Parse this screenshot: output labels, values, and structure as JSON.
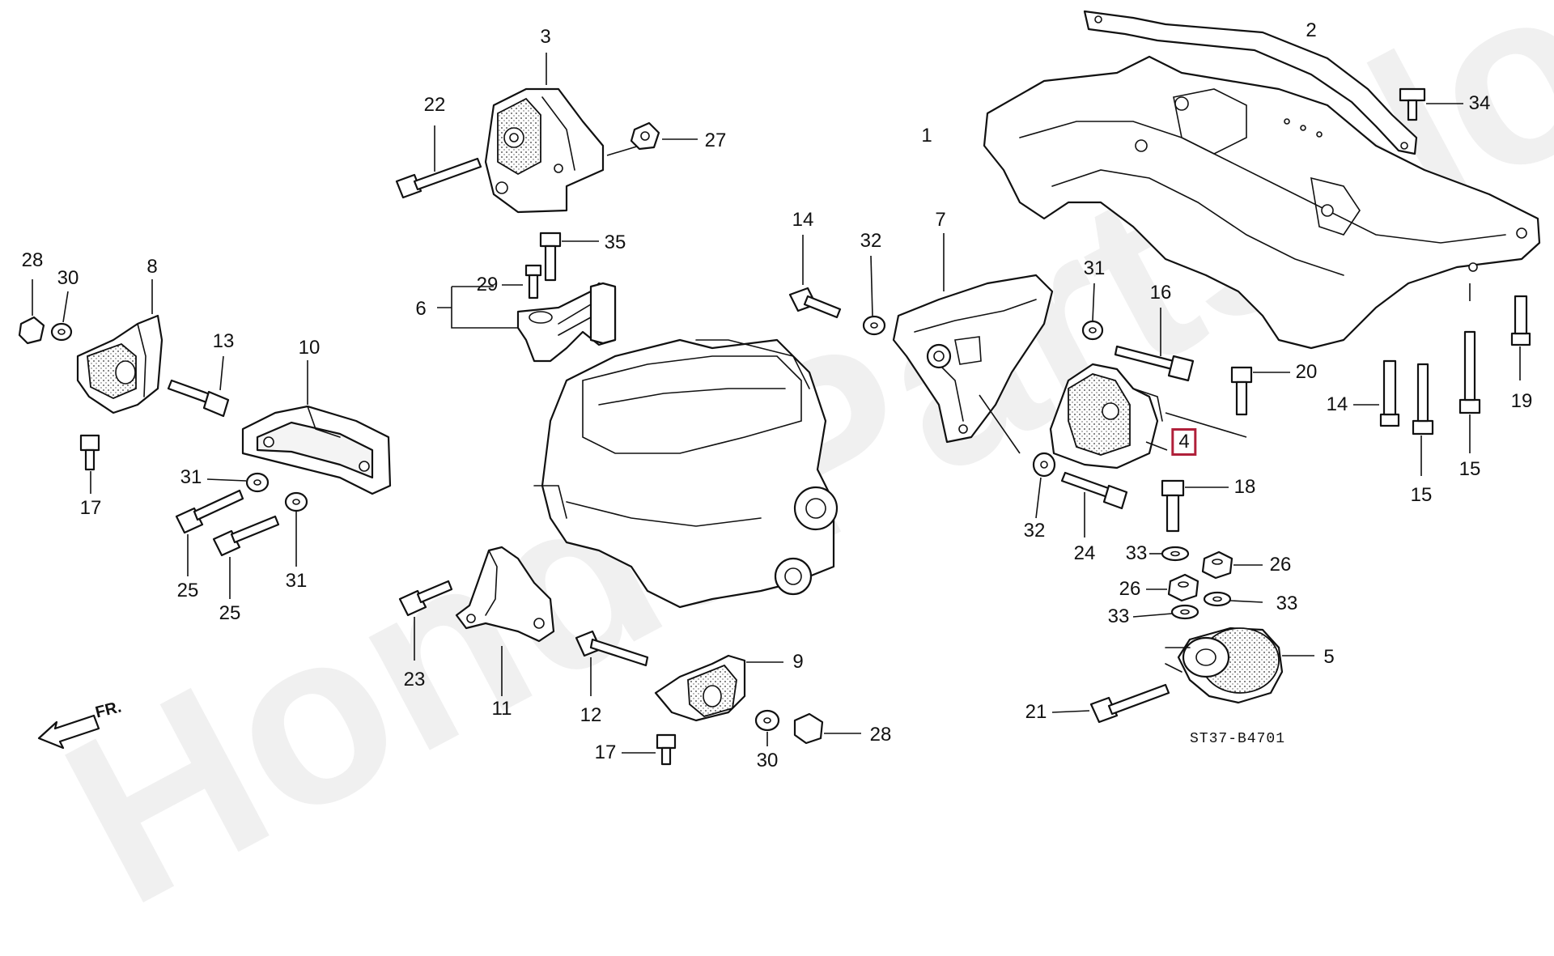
{
  "watermark": "HondaPartsNow.ru",
  "direction_label": "FR.",
  "diagram_code": "ST37-B4701",
  "highlight_color": "#b0203a",
  "callouts": [
    {
      "id": "c1",
      "text": "1"
    },
    {
      "id": "c2",
      "text": "2"
    },
    {
      "id": "c3",
      "text": "3"
    },
    {
      "id": "c4",
      "text": "4",
      "highlighted": true
    },
    {
      "id": "c5",
      "text": "5"
    },
    {
      "id": "c6",
      "text": "6"
    },
    {
      "id": "c7",
      "text": "7"
    },
    {
      "id": "c8",
      "text": "8"
    },
    {
      "id": "c9",
      "text": "9"
    },
    {
      "id": "c10",
      "text": "10"
    },
    {
      "id": "c11",
      "text": "11"
    },
    {
      "id": "c12",
      "text": "12"
    },
    {
      "id": "c13",
      "text": "13"
    },
    {
      "id": "c14a",
      "text": "14"
    },
    {
      "id": "c14b",
      "text": "14"
    },
    {
      "id": "c15a",
      "text": "15"
    },
    {
      "id": "c15b",
      "text": "15"
    },
    {
      "id": "c16",
      "text": "16"
    },
    {
      "id": "c17a",
      "text": "17"
    },
    {
      "id": "c17b",
      "text": "17"
    },
    {
      "id": "c18",
      "text": "18"
    },
    {
      "id": "c19",
      "text": "19"
    },
    {
      "id": "c20",
      "text": "20"
    },
    {
      "id": "c21",
      "text": "21"
    },
    {
      "id": "c22",
      "text": "22"
    },
    {
      "id": "c23",
      "text": "23"
    },
    {
      "id": "c24",
      "text": "24"
    },
    {
      "id": "c25a",
      "text": "25"
    },
    {
      "id": "c25b",
      "text": "25"
    },
    {
      "id": "c26a",
      "text": "26"
    },
    {
      "id": "c26b",
      "text": "26"
    },
    {
      "id": "c27",
      "text": "27"
    },
    {
      "id": "c28a",
      "text": "28"
    },
    {
      "id": "c28b",
      "text": "28"
    },
    {
      "id": "c29",
      "text": "29"
    },
    {
      "id": "c30a",
      "text": "30"
    },
    {
      "id": "c30b",
      "text": "30"
    },
    {
      "id": "c31a",
      "text": "31"
    },
    {
      "id": "c31b",
      "text": "31"
    },
    {
      "id": "c31c",
      "text": "31"
    },
    {
      "id": "c32a",
      "text": "32"
    },
    {
      "id": "c32b",
      "text": "32"
    },
    {
      "id": "c33a",
      "text": "33"
    },
    {
      "id": "c33b",
      "text": "33"
    },
    {
      "id": "c33c",
      "text": "33"
    },
    {
      "id": "c34",
      "text": "34"
    },
    {
      "id": "c35",
      "text": "35"
    }
  ]
}
